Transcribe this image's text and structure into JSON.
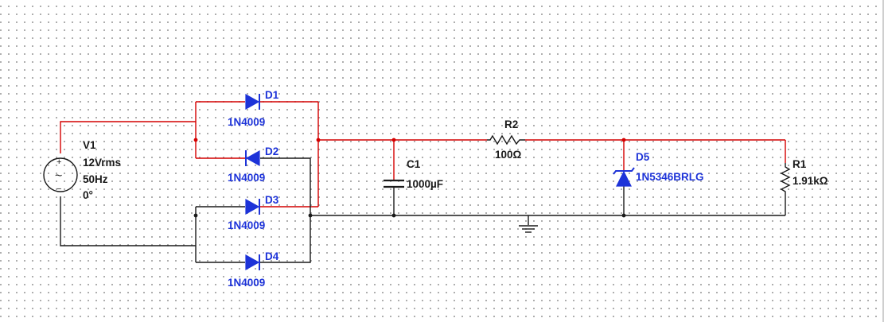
{
  "source": {
    "ref": "V1",
    "voltage": "12Vrms",
    "frequency": "50Hz",
    "phase": "0°",
    "plus_sign": "+",
    "minus_sign": "−",
    "wave_glyph": "~"
  },
  "diodes": [
    {
      "ref": "D1",
      "part": "1N4009"
    },
    {
      "ref": "D2",
      "part": "1N4009"
    },
    {
      "ref": "D3",
      "part": "1N4009"
    },
    {
      "ref": "D4",
      "part": "1N4009"
    }
  ],
  "capacitor": {
    "ref": "C1",
    "value": "1000µF"
  },
  "series_resistor": {
    "ref": "R2",
    "value": "100Ω"
  },
  "zener": {
    "ref": "D5",
    "part": "1N5346BRLG"
  },
  "load_resistor": {
    "ref": "R1",
    "value": "1.91kΩ"
  },
  "colors": {
    "red_wire": "#d40000",
    "black_wire": "#1a1a1a",
    "component_blue": "#1d33d8",
    "grid_dot": "#9a9a9a"
  },
  "icons": {
    "ground": "ground-symbol-icon",
    "ac_source": "ac-source-icon"
  }
}
